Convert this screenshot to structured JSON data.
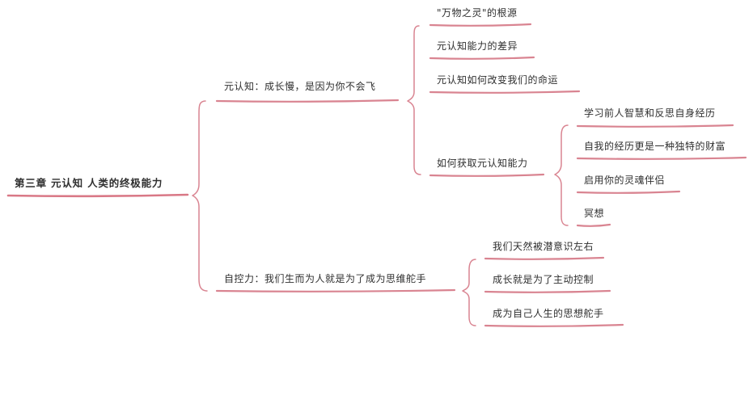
{
  "mindmap": {
    "root": {
      "label": "第三章 元认知 人类的终极能力"
    },
    "branch1": {
      "label": "元认知：成长慢，是因为你不会飞",
      "children": [
        {
          "label": "\"万物之灵\"的根源"
        },
        {
          "label": "元认知能力的差异"
        },
        {
          "label": "元认知如何改变我们的命运"
        },
        {
          "label": "如何获取元认知能力",
          "children": [
            {
              "label": "学习前人智慧和反思自身经历"
            },
            {
              "label": "自我的经历更是一种独特的财富"
            },
            {
              "label": "启用你的灵魂伴侣"
            },
            {
              "label": "冥想"
            }
          ]
        }
      ]
    },
    "branch2": {
      "label": "自控力：我们生而为人就是为了成为思维舵手",
      "children": [
        {
          "label": "我们天然被潜意识左右"
        },
        {
          "label": "成长就是为了主动控制"
        },
        {
          "label": "成为自己人生的思想舵手"
        }
      ]
    }
  },
  "colors": {
    "line": "#d98491",
    "text": "#2f2f2f",
    "background": "#ffffff"
  }
}
